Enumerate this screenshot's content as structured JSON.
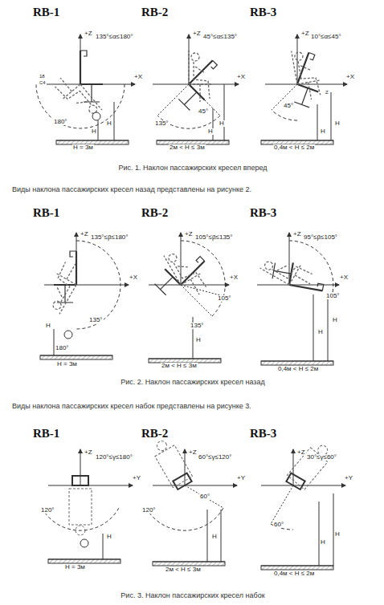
{
  "diagram": {
    "labels": [
      "RB-1",
      "RB-2",
      "RB-3",
      "+Z",
      "135°≤α≤180°",
      "+X",
      "18",
      "C4",
      "180°",
      "H",
      "H",
      "H = 3м",
      "+Z",
      "45°≤α≤135°",
      "+X",
      "135°",
      "45°",
      "H",
      "H",
      "2м < H ≤ 3м",
      "+Z",
      "10°≤α≤45°",
      "+X",
      "Z",
      "45°",
      "H",
      "H",
      "0,4м < H ≤ 2м",
      "Рис. 1. Наклон пассажирских кресел вперед",
      "Виды наклона пассажирских кресел назад представлены на рисунке 2.",
      "RB-1",
      "RB-2",
      "RB-3",
      "+Z",
      "135°≤β≤180°",
      "+X",
      "135°",
      "180°",
      "H",
      "H = 3м",
      "+Z",
      "105°≤β≤135°",
      "+X",
      "135°",
      "105°",
      "H",
      "2м < H ≤ 3м",
      "+Z",
      "95°≤β≤105°",
      "+X",
      "105°",
      "H",
      "H",
      "0,4м < H ≤ 2м",
      "Рис. 2. Наклон пассажирских кресел назад",
      "Виды наклона пассажирских кресел набок представлены на рисунке 3.",
      "RB-1",
      "RB-2",
      "RB-3",
      "+Z",
      "120°≤γ≤180°",
      "+Y",
      "120°",
      "H",
      "H = 3м",
      "+Z",
      "60°≤γ≤120°",
      "+Y",
      "120°",
      "60°",
      "H",
      "2м < H ≤ 3м",
      "+Z",
      "30°≤γ≤60°",
      "+Y",
      "60°",
      "H",
      "H",
      "0,4м < H ≤ 2м",
      "Рис. 3. Наклон пассажирских кресел набок"
    ]
  }
}
